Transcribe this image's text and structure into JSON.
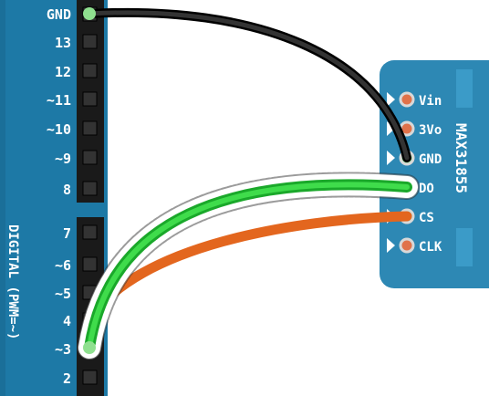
{
  "arduino": {
    "header_pins": [
      "GND",
      "13",
      "12",
      "~11",
      "~10",
      "~9",
      "8"
    ],
    "lower_pins": [
      "7",
      "~6",
      "~5",
      "4",
      "~3",
      "2"
    ],
    "side_label": "DIGITAL (PWM=~)"
  },
  "breakout": {
    "chip_label": "MAX31855",
    "pins": [
      "Vin",
      "3Vo",
      "GND",
      "DO",
      "CS",
      "CLK"
    ]
  },
  "wires": [
    {
      "from_pin": "GND",
      "to_pin": "GND",
      "color": "#111111"
    },
    {
      "from_pin": "~3",
      "to_pin": "DO",
      "color": "#22c42c",
      "highlighted": true
    },
    {
      "from_pin": "4",
      "to_pin": "CS",
      "color": "#e3661e"
    }
  ],
  "colors": {
    "board": "#1a6f99",
    "breakout": "#2d88b4",
    "header": "#1a1a1a",
    "pad": "#e0724a",
    "pad_highlight": "#8fe08f"
  }
}
